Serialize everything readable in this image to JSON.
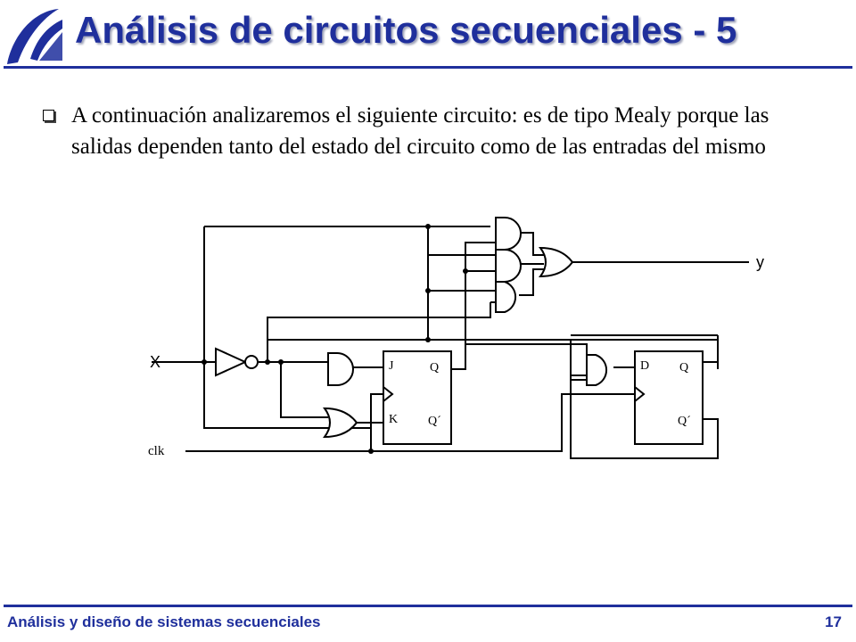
{
  "slide": {
    "title": "Análisis de circuitos secuenciales - 5",
    "bullet": "A continuación analizaremos el siguiente circuito: es de tipo Mealy porque las salidas dependen tanto del estado del circuito como de las entradas del mismo"
  },
  "circuit": {
    "input_label": "X",
    "clock_label": "clk",
    "output_label": "y",
    "ff1": {
      "j": "J",
      "k": "K",
      "q": "Q",
      "qn": "Q´"
    },
    "ff2": {
      "d": "D",
      "q": "Q",
      "qn": "Q´"
    }
  },
  "footer": {
    "course": "Análisis y diseño de sistemas secuenciales",
    "page_number": "17"
  },
  "colors": {
    "accent": "#1f2f9c"
  }
}
